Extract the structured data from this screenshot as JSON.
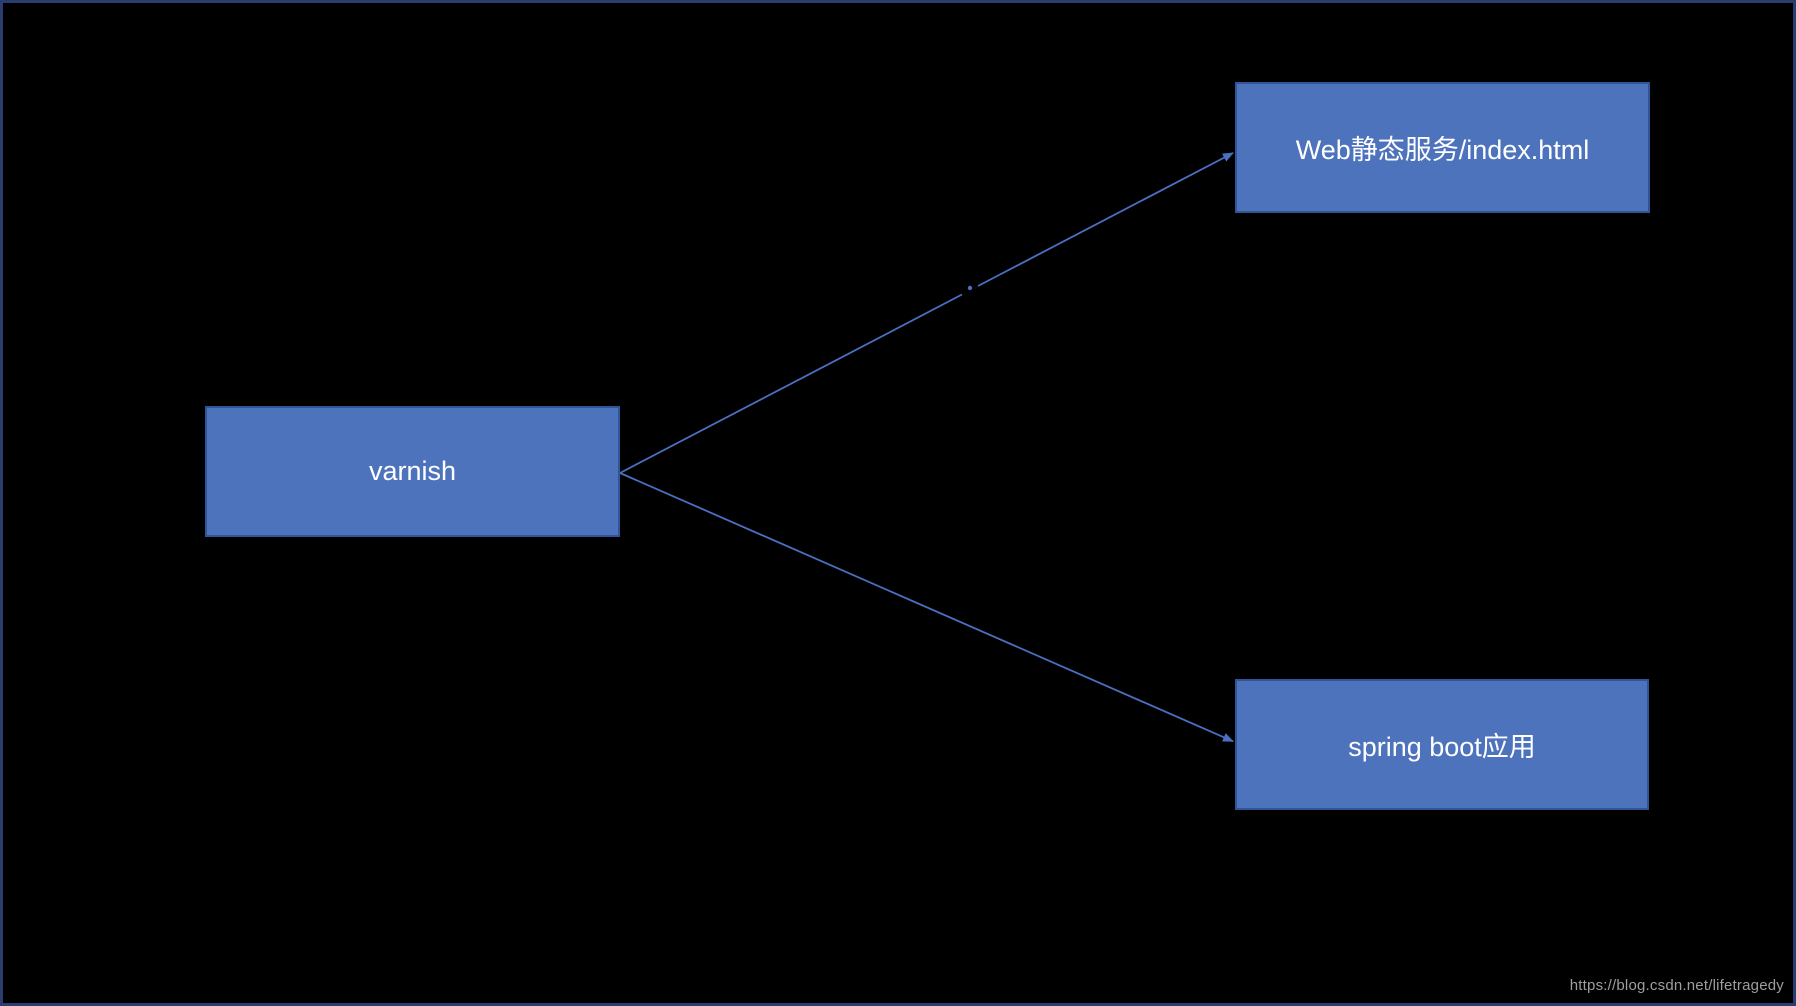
{
  "diagram": {
    "nodes": [
      {
        "id": "varnish",
        "label": "varnish"
      },
      {
        "id": "web-static-service",
        "label": "Web静态服务/index.html"
      },
      {
        "id": "spring-boot-app",
        "label": "spring boot应用"
      }
    ],
    "edges": [
      {
        "from": "varnish",
        "to": "web-static-service",
        "style": "arrow"
      },
      {
        "from": "varnish",
        "to": "spring-boot-app",
        "style": "arrow"
      }
    ]
  },
  "watermark": {
    "text": "https://blog.csdn.net/lifetragedy"
  },
  "colors": {
    "background": "#000000",
    "frame_border": "#2b3c6e",
    "node_fill": "#4d73bc",
    "node_border": "#2f5597",
    "edge": "#4a70c2",
    "node_text": "#ffffff",
    "watermark_text": "#9e9e9e"
  }
}
